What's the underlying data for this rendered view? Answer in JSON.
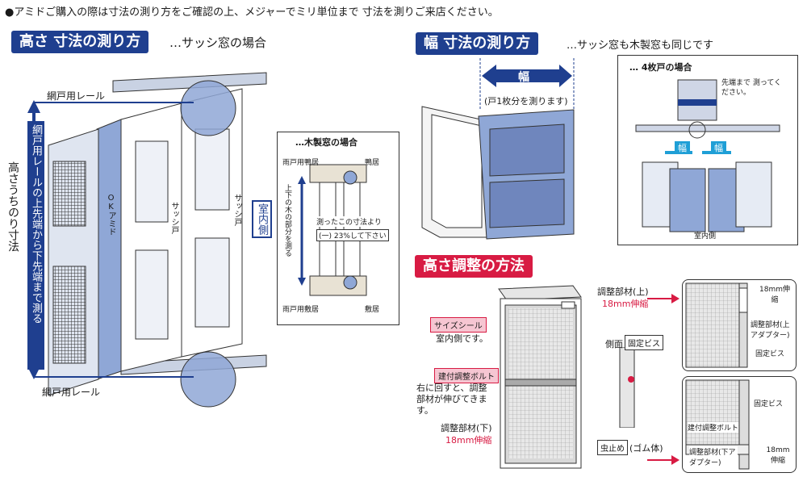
{
  "top_note": "●アミドご購入の際は寸法の測り方をご確認の上、メジャーでミリ単位まで 寸法を測りご来店ください。",
  "height_section": {
    "title": "高さ 寸法の測り方",
    "subtitle": "…サッシ窓の場合",
    "rail_top": "網戸用レール",
    "rail_bottom": "網戸用レール",
    "side_label": "高さうちのり寸法",
    "arrow_label": "網戸用レールの上先端から下先端まで測る",
    "screen_label": "OKアミド",
    "sash1": "サッシ戸",
    "sash2": "サッシ戸",
    "indoor": "室内側"
  },
  "wood_inset": {
    "title": "…木製窓の場合",
    "top_left": "雨戸用鴨居",
    "top_right": "鴨居",
    "measure_v": "上下の木の部分を測る",
    "note1": "測ったこの寸法より",
    "note2": "(一) 23%して下さい",
    "bottom_left": "雨戸用敷居",
    "bottom_right": "敷居"
  },
  "width_section": {
    "title": "幅 寸法の測り方",
    "subtitle": "…サッシ窓も木製窓も同じです",
    "width_label": "幅",
    "width_note": "(戸1枚分を測ります)"
  },
  "four_panel": {
    "title": "… 4枚戸の場合",
    "tip_note": "先端まで 測ってください。",
    "w1": "幅",
    "w2": "幅",
    "indoor": "室内側"
  },
  "adjust_section": {
    "title": "高さ調整の方法",
    "top_part": "調整部材(上)",
    "top_ext": "18mm伸縮",
    "size_seal": "サイズシール",
    "size_seal_sub": "室内側です。",
    "side": "側面",
    "fix_screw": "固定ビス",
    "bolt": "建付調整ボルト",
    "bolt_note": "右に回すと、調整部材が伸びてきます。",
    "bottom_part": "調整部材(下)",
    "bottom_ext": "18mm伸縮",
    "bug_stop": "虫止め",
    "rubber": "(ゴム体)"
  },
  "detail_top": {
    "ext": "18mm伸縮",
    "part": "調整部材(上アダプター)",
    "screw": "固定ビス"
  },
  "detail_bottom": {
    "screw": "固定ビス",
    "bolt": "建付調整ボルト",
    "part": "調整部材(下アダプター)",
    "ext": "18mm伸縮"
  },
  "colors": {
    "navy": "#1f3f8f",
    "pink": "#d81b43",
    "frame_blue": "#8fa7d6",
    "frame_grey": "#cfd6e6"
  }
}
